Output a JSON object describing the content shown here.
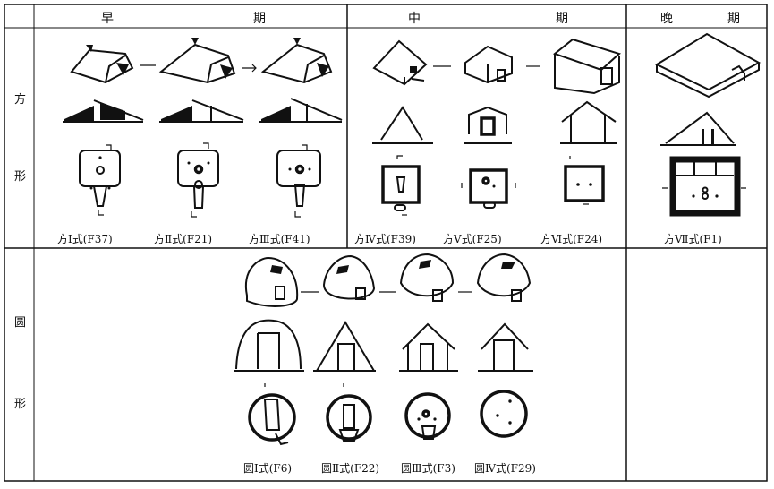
{
  "headers": {
    "early_1": "早",
    "early_2": "期",
    "middle_1": "中",
    "middle_2": "期",
    "late_1": "晚",
    "late_2": "期"
  },
  "rows": {
    "square_1": "方",
    "square_2": "形",
    "round_1": "圆",
    "round_2": "形"
  },
  "captions": {
    "sq1": "方Ⅰ式(F37)",
    "sq2": "方Ⅱ式(F21)",
    "sq3": "方Ⅲ式(F41)",
    "sq4": "方Ⅳ式(F39)",
    "sq5": "方Ⅴ式(F25)",
    "sq6": "方Ⅵ式(F24)",
    "sq7": "方Ⅶ式(F1)",
    "rd1": "圆Ⅰ式(F6)",
    "rd2": "圆Ⅱ式(F22)",
    "rd3": "圆Ⅲ式(F3)",
    "rd4": "圆Ⅳ式(F29)"
  }
}
